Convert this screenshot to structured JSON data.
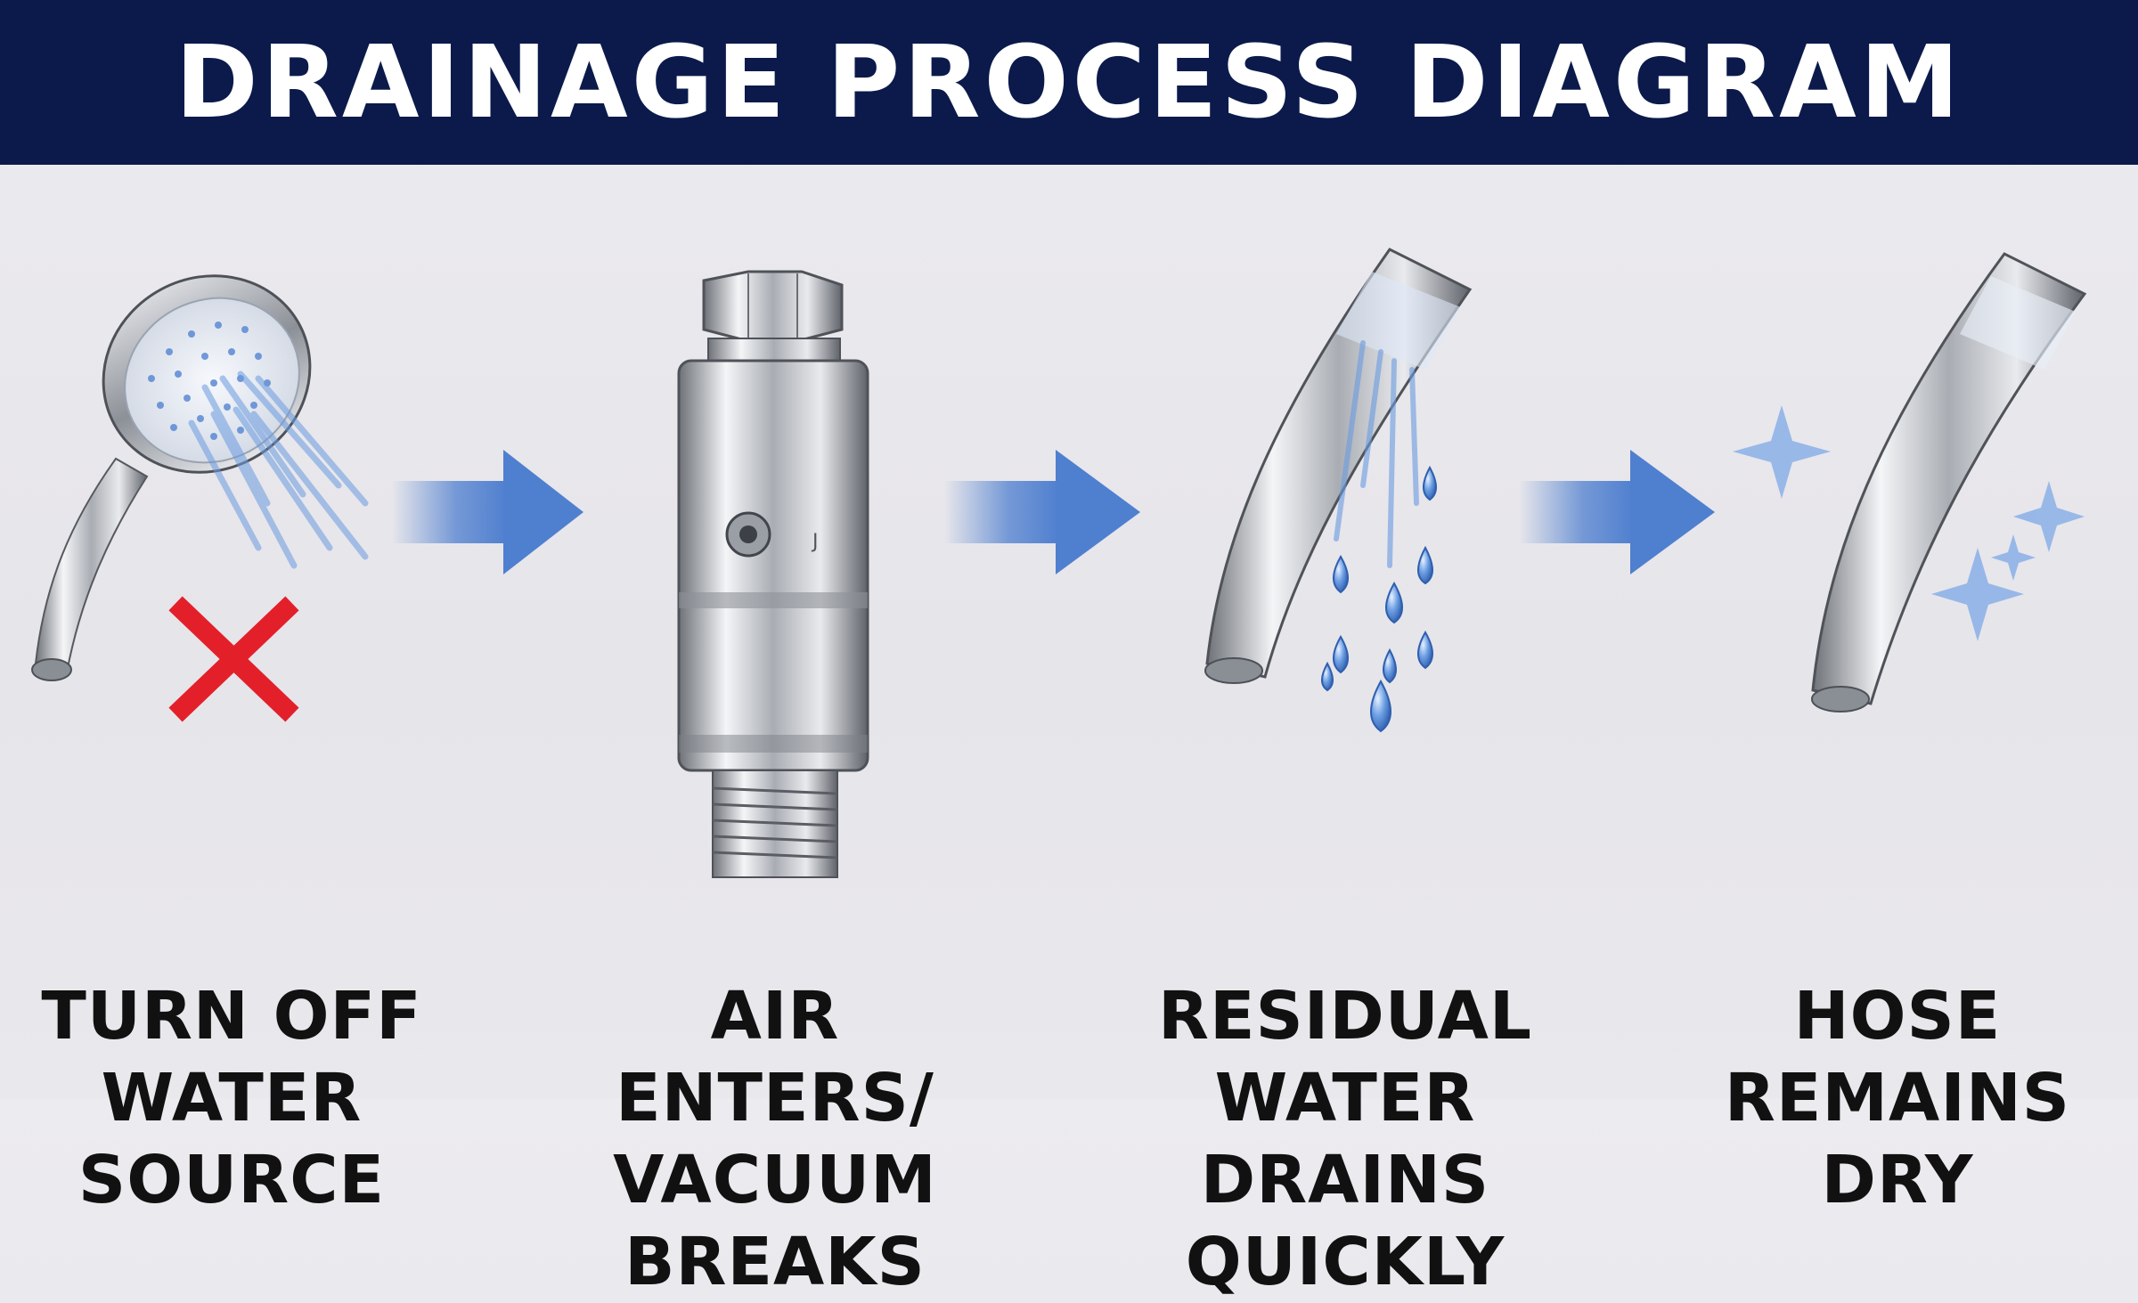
{
  "title": "DRAINAGE PROCESS DIAGRAM",
  "colors": {
    "header_bg": "#0b1a4b",
    "arrow": "#4f7fcf",
    "water": "#5a8fd8",
    "cross": "#e3202a",
    "chrome": "#b9bcc2"
  },
  "steps": [
    {
      "icon": "shower-head-spraying-icon",
      "lines": [
        "TURN OFF",
        "WATER",
        "SOURCE"
      ]
    },
    {
      "icon": "vacuum-breaker-valve-icon",
      "lines": [
        "AIR ENTERS/",
        "VACUUM",
        "BREAKS"
      ]
    },
    {
      "icon": "hose-dripping-icon",
      "lines": [
        "RESIDUAL",
        "WATER DRAINS",
        "QUICKLY"
      ]
    },
    {
      "icon": "dry-hose-sparkle-icon",
      "lines": [
        "HOSE",
        "REMAINS",
        "DRY"
      ]
    }
  ]
}
